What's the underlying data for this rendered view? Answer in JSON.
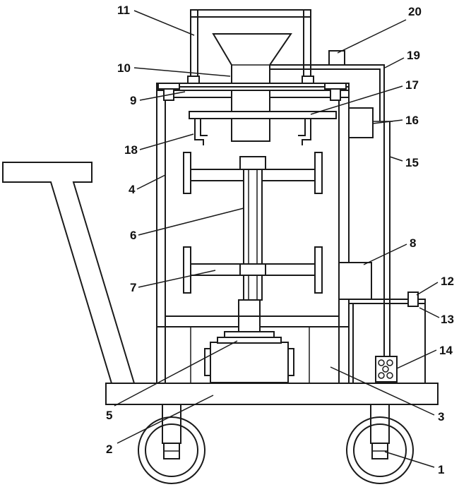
{
  "diagram": {
    "labels": [
      {
        "id": "1",
        "text": "1"
      },
      {
        "id": "2",
        "text": "2"
      },
      {
        "id": "3",
        "text": "3"
      },
      {
        "id": "4",
        "text": "4"
      },
      {
        "id": "5",
        "text": "5"
      },
      {
        "id": "6",
        "text": "6"
      },
      {
        "id": "7",
        "text": "7"
      },
      {
        "id": "8",
        "text": "8"
      },
      {
        "id": "9",
        "text": "9"
      },
      {
        "id": "10",
        "text": "10"
      },
      {
        "id": "11",
        "text": "11"
      },
      {
        "id": "12",
        "text": "12"
      },
      {
        "id": "13",
        "text": "13"
      },
      {
        "id": "14",
        "text": "14"
      },
      {
        "id": "15",
        "text": "15"
      },
      {
        "id": "16",
        "text": "16"
      },
      {
        "id": "17",
        "text": "17"
      },
      {
        "id": "18",
        "text": "18"
      },
      {
        "id": "19",
        "text": "19"
      },
      {
        "id": "20",
        "text": "20"
      }
    ]
  }
}
